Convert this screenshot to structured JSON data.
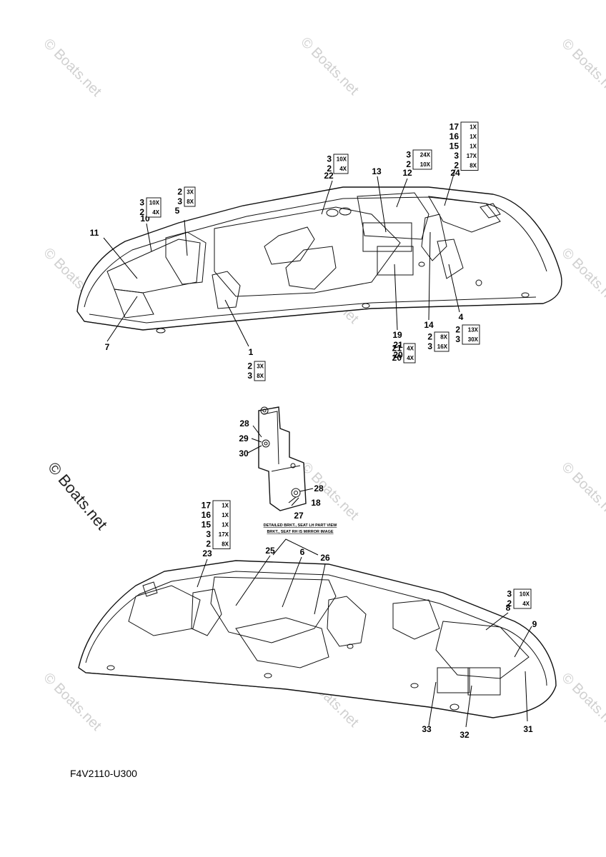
{
  "watermark": "© Boats.net",
  "figure_code": "F4V2110-U300",
  "note": {
    "line1": "DETAILED BRKT., SEAT LH PART VIEW",
    "line2": "BRKT., SEAT RH IS MIRROR IMAGE"
  },
  "callouts": {
    "n1": "1",
    "n4": "4",
    "n5": "5",
    "n6": "6",
    "n7": "7",
    "n8": "8",
    "n9": "9",
    "n10": "10",
    "n11": "11",
    "n12": "12",
    "n13": "13",
    "n14": "14",
    "n18": "18",
    "n19": "19",
    "n20": "20",
    "n21": "21",
    "n22": "22",
    "n23": "23",
    "n24": "24",
    "n25": "25",
    "n26": "26",
    "n27": "27",
    "n28": "28",
    "n29": "29",
    "n30": "30",
    "n31": "31",
    "n32": "32",
    "n33": "33"
  },
  "groups": {
    "g5": [
      {
        "ref": "2",
        "qty": "3X"
      },
      {
        "ref": "3",
        "qty": "8X"
      }
    ],
    "g10": [
      {
        "ref": "3",
        "qty": "10X"
      },
      {
        "ref": "2",
        "qty": "4X"
      }
    ],
    "g22": [
      {
        "ref": "3",
        "qty": "10X"
      },
      {
        "ref": "2",
        "qty": "4X"
      }
    ],
    "g12": [
      {
        "ref": "3",
        "qty": "24X"
      },
      {
        "ref": "2",
        "qty": "10X"
      }
    ],
    "g24": [
      {
        "ref": "17",
        "qty": "1X"
      },
      {
        "ref": "16",
        "qty": "1X"
      },
      {
        "ref": "15",
        "qty": "1X"
      },
      {
        "ref": "3",
        "qty": "17X"
      },
      {
        "ref": "2",
        "qty": "8X"
      }
    ],
    "g1": [
      {
        "ref": "2",
        "qty": "3X"
      },
      {
        "ref": "3",
        "qty": "8X"
      }
    ],
    "g4": [
      {
        "ref": "2",
        "qty": "13X"
      },
      {
        "ref": "3",
        "qty": "30X"
      }
    ],
    "g14": [
      {
        "ref": "2",
        "qty": "8X"
      },
      {
        "ref": "3",
        "qty": "16X"
      }
    ],
    "g19": [
      {
        "ref": "21",
        "qty": "4X"
      },
      {
        "ref": "20",
        "qty": "4X"
      }
    ],
    "g23": [
      {
        "ref": "17",
        "qty": "1X"
      },
      {
        "ref": "16",
        "qty": "1X"
      },
      {
        "ref": "15",
        "qty": "1X"
      },
      {
        "ref": "3",
        "qty": "17X"
      },
      {
        "ref": "2",
        "qty": "8X"
      }
    ],
    "g8": [
      {
        "ref": "3",
        "qty": "10X"
      },
      {
        "ref": "2",
        "qty": "4X"
      }
    ]
  }
}
